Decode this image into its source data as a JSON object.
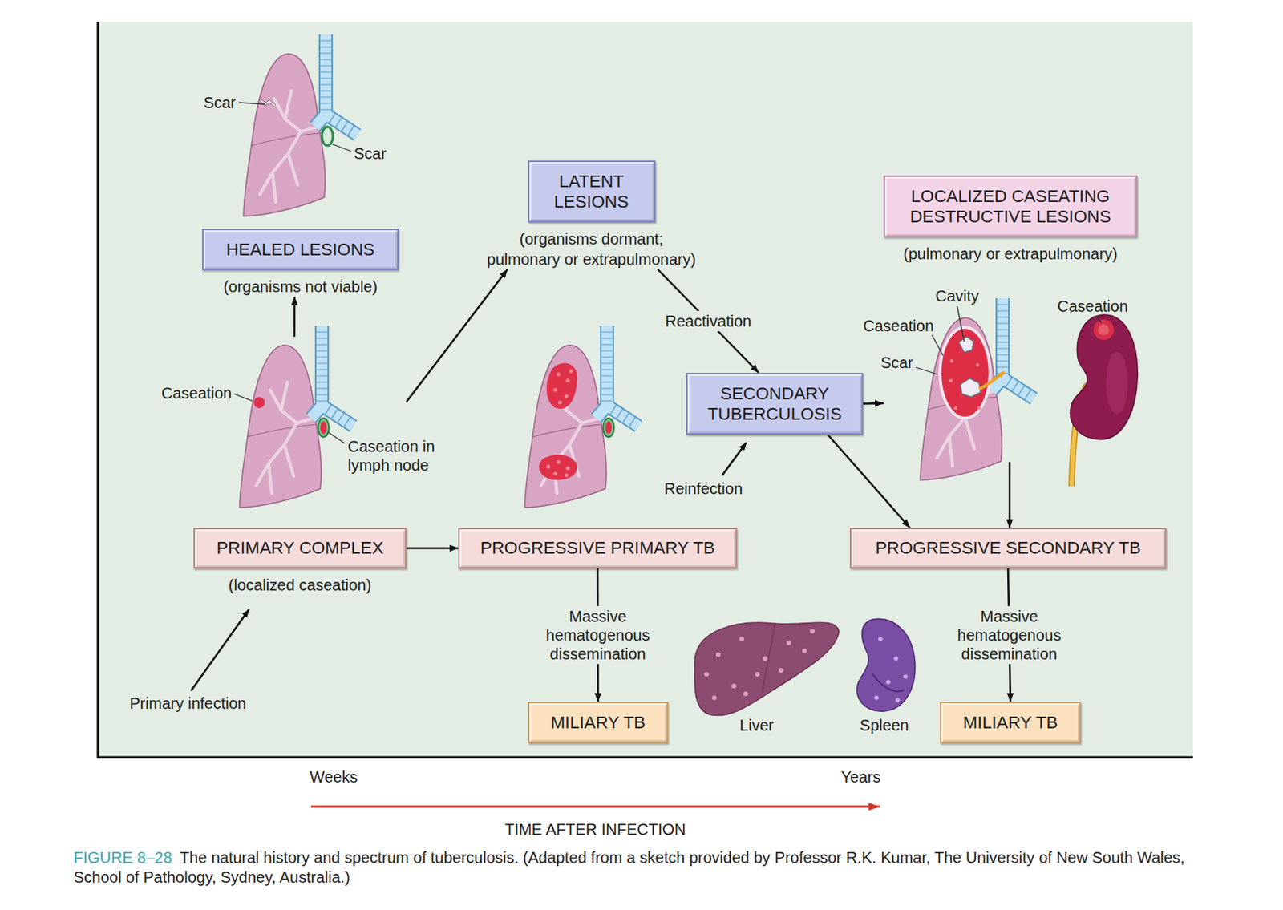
{
  "diagram": {
    "caption": "The natural history and spectrum of tuberculosis. (Adapted from a sketch provided by Professor R.K. Kumar, The University of New South Wales, School of Pathology, Sydney, Australia.)",
    "nodes": [
      {
        "text": [
          "HEALED LESIONS",
          "(organisms not viable)"
        ]
      },
      {
        "text": [
          "LATENT LESIONS",
          "(organisms dormant; pulmonary or extrapulmonary)"
        ]
      },
      {
        "text": [
          "LOCALIZED CASEATING DESTRUCTIVE LESIONS",
          "(pulmonary or extrapulmonary)"
        ]
      },
      {
        "text": [
          "SECONDARY TUBERCULOSIS"
        ]
      },
      {
        "text": [
          "PRIMARY COMPLEX",
          "(localized caseation)"
        ]
      },
      {
        "text": [
          "PROGRESSIVE PRIMARY TB"
        ]
      },
      {
        "text": [
          "PROGRESSIVE SECONDARY TB"
        ]
      },
      {
        "text": [
          "MILIARY TB"
        ]
      },
      {
        "text": [
          "MILIARY TB"
        ]
      }
    ],
    "edges": [
      {
        "from": 4,
        "to": 0,
        "arrow": "to"
      },
      {
        "from": 4,
        "to": 1,
        "arrow": "to"
      },
      {
        "from": 4,
        "to": 5,
        "arrow": "to"
      },
      {
        "from": 1,
        "to": 3,
        "label": "Reactivation",
        "arrow": "to"
      },
      {
        "from": 3,
        "to": 2,
        "arrow": "to"
      },
      {
        "from": 3,
        "to": 6,
        "arrow": "to"
      },
      {
        "from": 2,
        "to": 6,
        "arrow": "to"
      },
      {
        "from": 5,
        "to": 7,
        "label": "Massive hematogenous dissemination",
        "arrow": "to"
      },
      {
        "from": 6,
        "to": 8,
        "label": "Massive hematogenous dissemination",
        "arrow": "to"
      }
    ],
    "labels": [
      "Scar",
      "Scar",
      "Caseation",
      "Caseation in lymph node",
      "Cavity",
      "Caseation",
      "Scar",
      "Caseation",
      "Reinfection",
      "Primary infection",
      "Liver",
      "Spleen",
      "Weeks",
      "Years",
      "TIME AFTER INFECTION",
      "FIGURE 8–28"
    ]
  }
}
